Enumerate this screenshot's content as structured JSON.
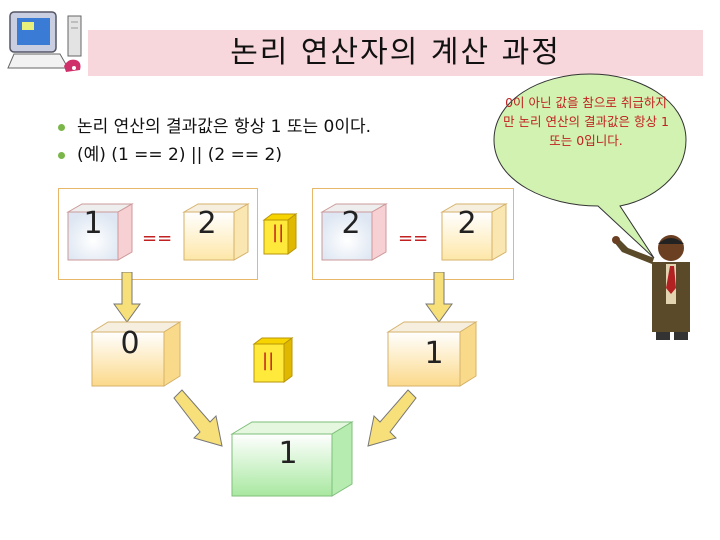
{
  "title": "논리 연산자의 계산 과정",
  "bullets": [
    "논리 연산의 결과값은 항상 1 또는 0이다.",
    "(예) (1 == 2) || (2 == 2)"
  ],
  "diagram": {
    "left_group": {
      "a": "1",
      "op": "==",
      "b": "2"
    },
    "middle_op": "||",
    "right_group": {
      "a": "2",
      "op": "==",
      "b": "2"
    },
    "left_result": "0",
    "center_op": "||",
    "right_result": "1",
    "final_result": "1"
  },
  "speech_bubble": "0이 아닌 값을 참으로 취급하지만 논리 연산의 결과값은 항상 1 또는 0입니다.",
  "colors": {
    "title_band": "#f8d7dc",
    "bullet_dot": "#7ab648",
    "operator_text": "#c02020",
    "group_border": "#e8b86a",
    "final_cube": "#b6ecb0"
  },
  "icons": [
    "computer-icon",
    "presenter-icon"
  ]
}
